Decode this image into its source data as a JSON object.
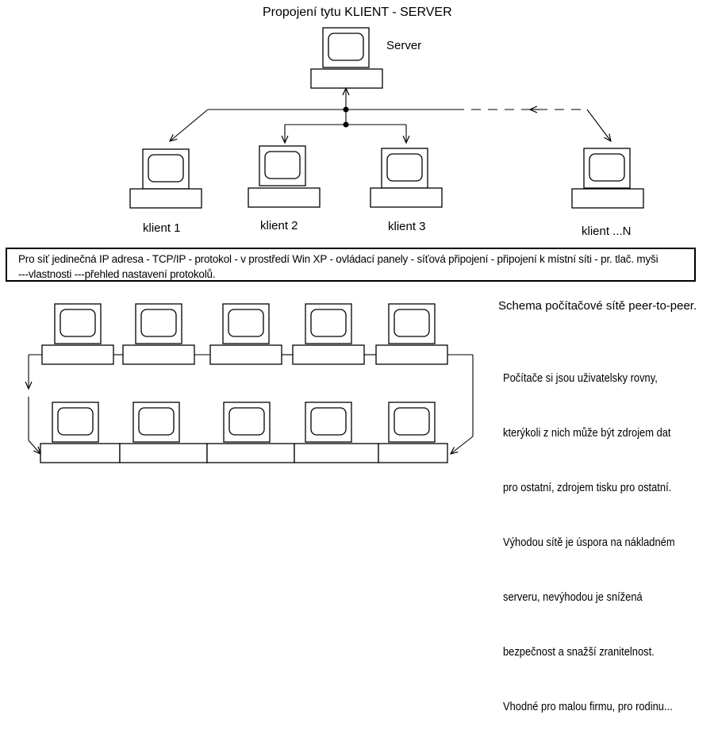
{
  "title": "Propojení tytu KLIENT - SERVER",
  "server_label": "Server",
  "clients": [
    "klient 1",
    "klient 2",
    "klient 3",
    "klient ...N"
  ],
  "note_lines": [
    "Pro síť jedinečná IP adresa - TCP/IP - protokol - v prostředí Win XP - ovládací panely - síťová připojení - připojení k místní síti - pr. tlač. myši",
    "---vlastnosti ---přehled nastavení protokolů."
  ],
  "p2p_title": "Schema počítačové sítě peer-to-peer.",
  "p2p_lines": [
    "Počítače si jsou uživatelsky rovny,",
    "kterýkoli z nich může být zdrojem dat",
    "pro ostatní, zdrojem tisku pro ostatní.",
    "Výhodou sítě je úspora na nákladném",
    "serveru, nevýhodou je snížená",
    "bezpečnost a snažší zranitelnost.",
    "Vhodné pro malou firmu, pro rodinu..."
  ]
}
